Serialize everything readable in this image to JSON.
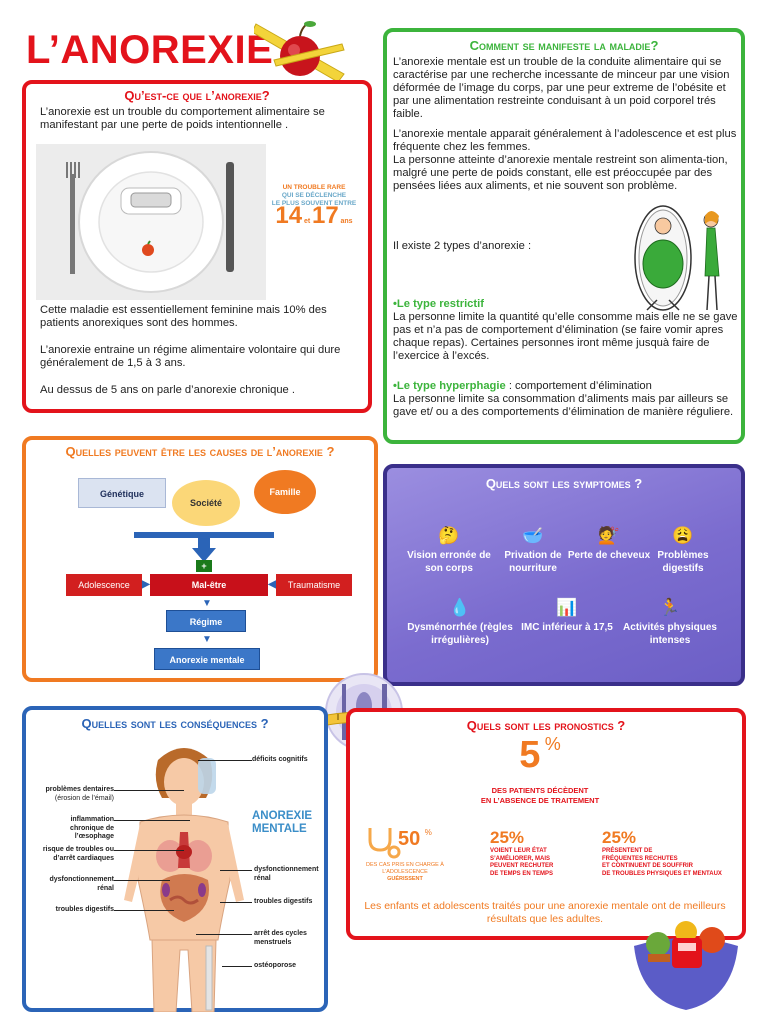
{
  "title": "L’ANOREXIE",
  "sec1": {
    "heading": "Qu’est-ce que l’anorexie?",
    "p1": "L’anorexie est un trouble du comportement alimentaire se manifestant par une perte de poids intentionnelle .",
    "stat_line1": "UN TROUBLE RARE",
    "stat_line2": "QUI SE DÉCLENCHE",
    "stat_line3": "LE PLUS SOUVENT ENTRE",
    "stat_num1": "14",
    "stat_et": "et",
    "stat_num2": "17",
    "stat_ans": "ans",
    "p2": "Cette maladie est essentiellement feminine mais 10% des patients anorexiques sont des hommes.",
    "p3": "L’anorexie entraine un régime alimentaire volontaire qui dure généralement de 1,5 à 3 ans.",
    "p4": "Au dessus de 5 ans on parle d’anorexie chronique ."
  },
  "sec2": {
    "heading": "Comment se manifeste la maladie?",
    "p1": "L’anorexie mentale est un trouble de la conduite alimentaire qui se caractérise par une recherche incessante de minceur par une vision déformée de l’image du corps, par une peur extreme de l’obésite et par une alimentation restreinte conduisant à un poid corporel trés faible.",
    "p2": "L’anorexie mentale apparait généralement à l’adolescence et est plus fréquente chez les femmes.",
    "p3": "La personne atteinte d’anorexie mentale restreint son alimenta-tion, malgré une perte de poids constant, elle est préoccupée par des pensées liées aux aliments, et nie souvent son problème.",
    "p4": "Il existe 2 types d’anorexie :",
    "type1_label": "•Le type restrictif",
    "type1_text": "La personne limite la quantité qu’elle consomme mais elle ne se gave pas et n’a pas de comportement d’élimination (se faire vomir apres chaque repas). Certaines personnes iront même jusquà faire de l’exercice à l’excés.",
    "type2_label": "•Le type hyperphagie",
    "type2_suffix": " : comportement d’élimination",
    "type2_text": "La personne limite sa consommation d’aliments mais par ailleurs se gave et/ ou a des comportements d’élimination de manière réguliere."
  },
  "sec3": {
    "heading": "Quelles peuvent être les causes de l’anorexie ?",
    "genetique": "Génétique",
    "societe": "Société",
    "famille": "Famille",
    "plus": "+",
    "adolescence": "Adolescence",
    "mal_etre": "Mal-être",
    "traumatisme": "Traumatisme",
    "regime": "Régime",
    "anorexie_mentale": "Anorexie mentale"
  },
  "sec4": {
    "heading": "Quels sont les symptomes ?",
    "items": [
      {
        "icon": "🤔",
        "label": "Vision erronée de son corps"
      },
      {
        "icon": "🥣",
        "label": "Privation de nourriture"
      },
      {
        "icon": "💇",
        "label": "Perte de cheveux"
      },
      {
        "icon": "😩",
        "label": "Problèmes digestifs"
      },
      {
        "icon": "💧",
        "label": "Dysménorrhée (règles irrégulières)"
      },
      {
        "icon": "📊",
        "label": "IMC inférieur à 17,5"
      },
      {
        "icon": "🏃",
        "label": "Activités physiques intenses"
      }
    ]
  },
  "sec5": {
    "heading": "Quelles sont les conséquences ?",
    "left": [
      {
        "label": "problèmes dentaires",
        "sub": "(érosion de l’émail)"
      },
      {
        "label": "inflammation chronique de l’œsophage",
        "sub": ""
      },
      {
        "label": "risque de troubles ou d’arrêt cardiaques",
        "sub": ""
      },
      {
        "label": "dysfonctionnement rénal",
        "sub": ""
      },
      {
        "label": "troubles digestifs",
        "sub": ""
      }
    ],
    "right": [
      {
        "label": "déficits cognitifs"
      },
      {
        "label": "dysfonctionnement rénal"
      },
      {
        "label": "troubles digestifs"
      },
      {
        "label": "arrêt des cycles menstruels"
      },
      {
        "label": "ostéoporose"
      }
    ],
    "big_label_1": "ANOREXIE",
    "big_label_2": "MENTALE"
  },
  "sec6": {
    "heading": "Quels sont les pronostics ?",
    "big_num": "5",
    "big_pct": "%",
    "big_caption_1": "DES PATIENTS DÉCÈDENT",
    "big_caption_2": "EN L’ABSENCE DE TRAITEMENT",
    "s1_num": "50",
    "s1_pct": "%",
    "s1_text_1": "DES CAS PRIS EN CHARGE À",
    "s1_text_2": "L’ADOLESCENCE",
    "s1_text_3": "GUÉRISSENT",
    "s2_num": "25%",
    "s2_text_1": "VOIENT LEUR ÉTAT",
    "s2_text_2": "S’AMÉLIORER, MAIS",
    "s2_text_3": "PEUVENT RECHUTER",
    "s2_text_4": "DE TEMPS EN TEMPS",
    "s3_num": "25%",
    "s3_text_1": "PRÉSENTENT DE",
    "s3_text_2": "FRÉQUENTES RECHUTES",
    "s3_text_3": "ET CONTINUENT DE SOUFFRIR",
    "s3_text_4": "DE TROUBLES PHYSIQUES ET MENTAUX",
    "footer": "Les enfants et adolescents traités pour une anorexie mentale ont de meilleurs résultats que les adultes."
  },
  "colors": {
    "red": "#e3131b",
    "green": "#3cb43c",
    "orange": "#f07a22",
    "purple": "#3a2f8a",
    "blue": "#2b64b7"
  }
}
